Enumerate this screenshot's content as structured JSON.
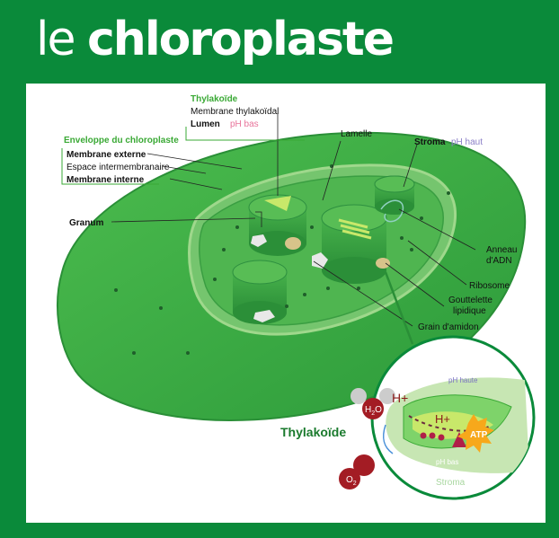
{
  "title": {
    "prefix": "le",
    "main": "chloroplaste"
  },
  "colors": {
    "background": "#0a8a3a",
    "outer_membrane": "#3fb54a",
    "inner_green": "#6cc46a",
    "stroma": "#4fb550",
    "granum": "#2f9a3e",
    "highlight": "#c8e86a",
    "label_green": "#3aa935",
    "ph_pink": "#e8739a",
    "ph_purple": "#8b7fc7",
    "h_plus": "#8b1a1a",
    "atp": "#f7a81b"
  },
  "labels": {
    "thylakoide_heading": "Thylakoïde",
    "membrane_thylakoidal": "Membrane thylakoïdal",
    "lumen": "Lumen",
    "ph_bas": "pH bas",
    "enveloppe_heading": "Enveloppe du chloroplaste",
    "membrane_externe": "Membrane externe",
    "espace_intermembranaire": "Espace intermembranaire",
    "membrane_interne": "Membrane interne",
    "lamelle": "Lamelle",
    "stroma": "Stroma",
    "ph_haut": "pH haut",
    "granum": "Granum",
    "anneau": "Anneau",
    "adn": "d'ADN",
    "ribosome": "Ribosome",
    "gouttelette": "Gouttelette",
    "lipidique": "lipidique",
    "grain_amidon": "Grain d'amidon"
  },
  "inset": {
    "ph_haut": "pH haute",
    "h_plus_left": "H+",
    "h_plus_right": "H+",
    "h2o_h": "H",
    "h2o_sub": "2",
    "h2o_o": "O",
    "o2_o": "O",
    "o2_sub": "2",
    "atp": "ATP",
    "ph_bas": "pH bas",
    "stroma": "Stroma",
    "thylakoide": "Thylakoïde"
  }
}
